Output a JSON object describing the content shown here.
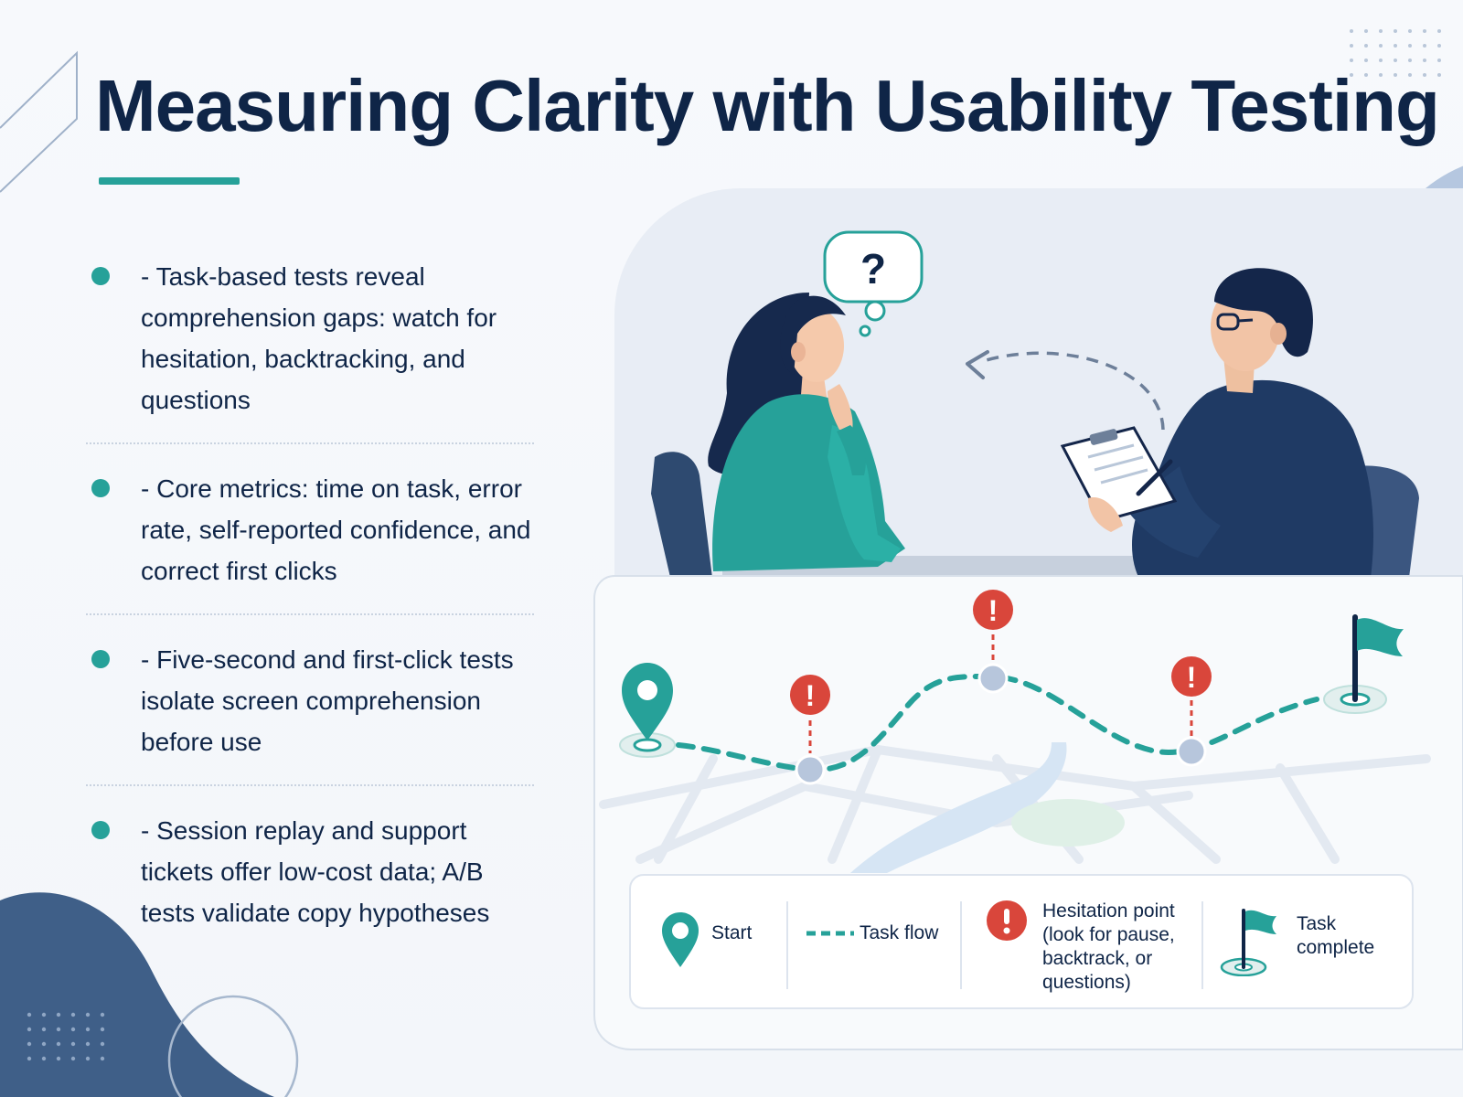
{
  "title": "Measuring Clarity with Usability Testing",
  "bullets": [
    {
      "text": "- Task-based tests reveal comprehension gaps: watch for hesitation, backtracking, and questions"
    },
    {
      "text": "- Core metrics: time on task, error rate, self-reported confidence, and correct first clicks"
    },
    {
      "text": "- Five-second and first-click tests isolate screen comprehension before use"
    },
    {
      "text": "- Session replay and support tickets offer low-cost data; A/B tests validate copy hypotheses"
    }
  ],
  "illustration": {
    "thought_bubble_symbol": "?",
    "alert_symbol": "!"
  },
  "legend": {
    "start": {
      "label": "Start",
      "icon": "location-pin-icon"
    },
    "task_flow": {
      "label": "Task flow",
      "icon": "dashed-line-icon"
    },
    "hesitation": {
      "label_line1": "Hesitation point",
      "label_line2": "(look for pause,",
      "label_line3": "backtrack, or",
      "label_line4": "questions)",
      "icon": "alert-icon"
    },
    "complete": {
      "label_line1": "Task",
      "label_line2": "complete",
      "icon": "flag-icon"
    }
  },
  "colors": {
    "navy": "#0f2547",
    "teal": "#26a199",
    "alert_red": "#d9463b",
    "node_blue": "#b7c6dc",
    "accent_blue": "#9fb6d3"
  }
}
